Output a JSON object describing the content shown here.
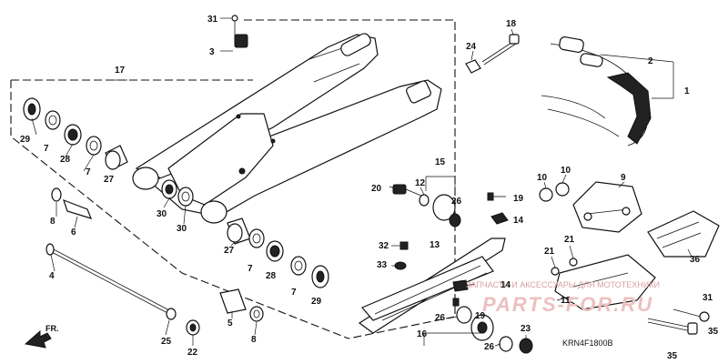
{
  "diagram": {
    "code": "KRN4F1800B",
    "front_label": "FR.",
    "watermark_top": "ЗАПЧАСТИ И АКСЕССУАРЫ ДЛЯ МОТОТЕХНИКИ",
    "watermark_main": "PARTS-FOR.RU",
    "callouts": {
      "c1": "1",
      "c2": "2",
      "c3": "3",
      "c4": "4",
      "c5": "5",
      "c6": "6",
      "c7a": "7",
      "c7b": "7",
      "c7c": "7",
      "c7d": "7",
      "c8a": "8",
      "c8b": "8",
      "c9": "9",
      "c10a": "10",
      "c10b": "10",
      "c11": "11",
      "c12": "12",
      "c13": "13",
      "c14a": "14",
      "c14b": "14",
      "c15": "15",
      "c16": "16",
      "c17": "17",
      "c18": "18",
      "c19a": "19",
      "c19b": "19",
      "c20": "20",
      "c21a": "21",
      "c21b": "21",
      "c22": "22",
      "c23": "23",
      "c24": "24",
      "c25": "25",
      "c26a": "26",
      "c26b": "26",
      "c26c": "26",
      "c27a": "27",
      "c27b": "27",
      "c28a": "28",
      "c28b": "28",
      "c29a": "29",
      "c29b": "29",
      "c30a": "30",
      "c30b": "30",
      "c31a": "31",
      "c31b": "31",
      "c32": "32",
      "c33": "33",
      "c35a": "35",
      "c35b": "35",
      "c36": "36"
    }
  }
}
